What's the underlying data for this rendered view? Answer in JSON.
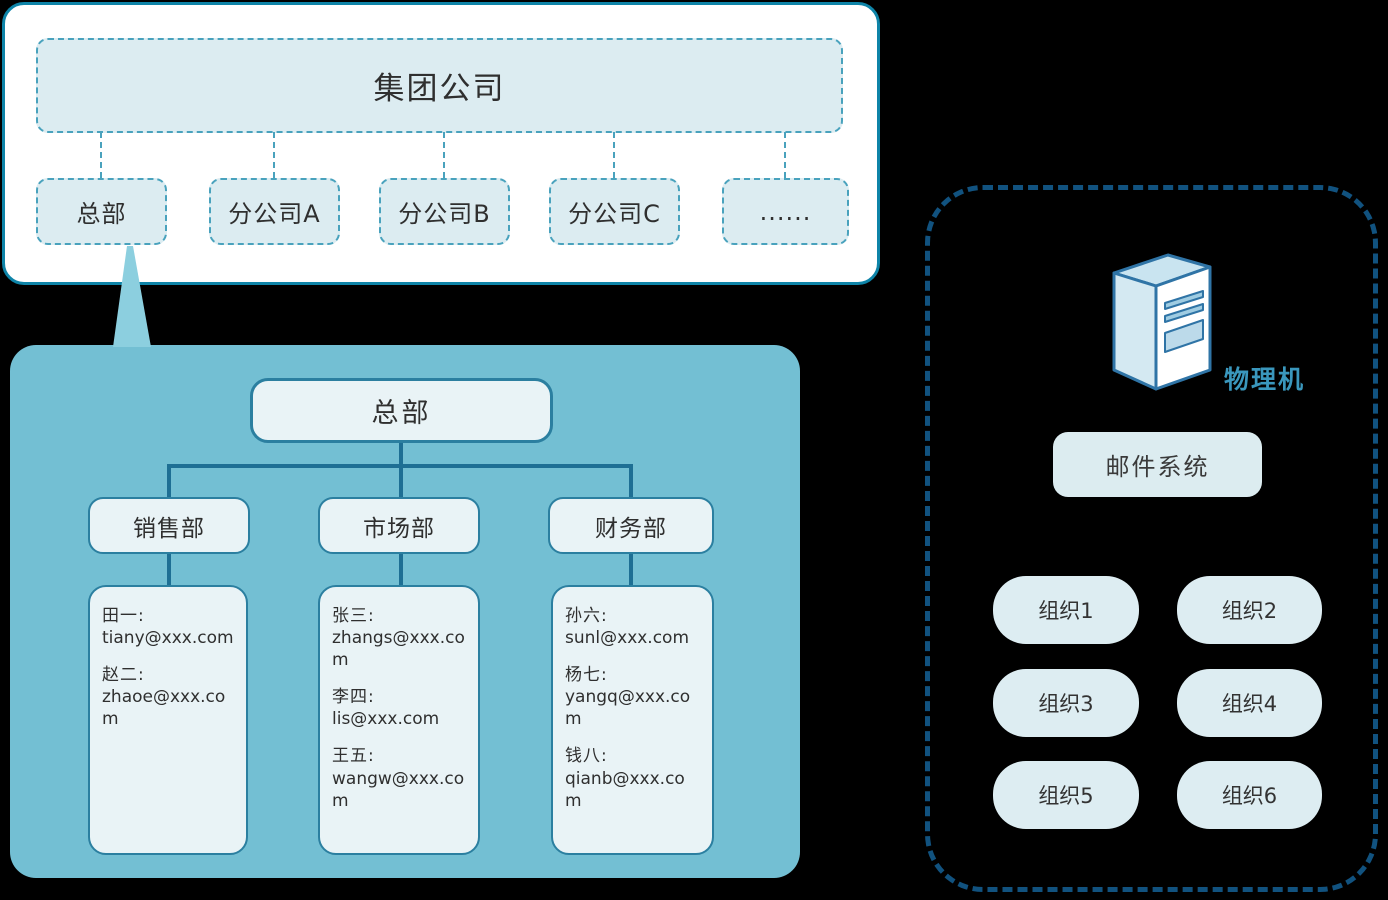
{
  "colors": {
    "page_background": "#000000",
    "top_panel_border": "#0e84a8",
    "dashed_node_fill": "#dcecf1",
    "dashed_node_border": "#49a2bd",
    "detail_panel_fill": "#73bfd3",
    "detail_node_fill": "#e9f3f6",
    "detail_node_border": "#2b7fa0",
    "connector_line": "#1e6f94",
    "right_panel_border": "#11527f",
    "machine_label_color": "#3a97bd",
    "wedge_fill": "#8ccfdf"
  },
  "top_panel": {
    "group_label": "集团公司",
    "branches": [
      "总部",
      "分公司A",
      "分公司B",
      "分公司C",
      "......"
    ]
  },
  "detail_panel": {
    "hq_label": "总部",
    "departments": [
      {
        "name": "销售部",
        "members": [
          {
            "name": "田一:",
            "email": "tiany@xxx.com"
          },
          {
            "name": "赵二:",
            "email": "zhaoe@xxx.com"
          }
        ]
      },
      {
        "name": "市场部",
        "members": [
          {
            "name": "张三:",
            "email": "zhangs@xxx.com"
          },
          {
            "name": "李四:",
            "email": "lis@xxx.com"
          },
          {
            "name": "王五:",
            "email": "wangw@xxx.com"
          }
        ]
      },
      {
        "name": "财务部",
        "members": [
          {
            "name": "孙六:",
            "email": "sunl@xxx.com"
          },
          {
            "name": "杨七:",
            "email": "yangq@xxx.com"
          },
          {
            "name": "钱八:",
            "email": "qianb@xxx.com"
          }
        ]
      }
    ]
  },
  "right_panel": {
    "machine_label": "物理机",
    "system_label": "邮件系统",
    "organizations": [
      "组织1",
      "组织2",
      "组织3",
      "组织4",
      "组织5",
      "组织6"
    ]
  }
}
